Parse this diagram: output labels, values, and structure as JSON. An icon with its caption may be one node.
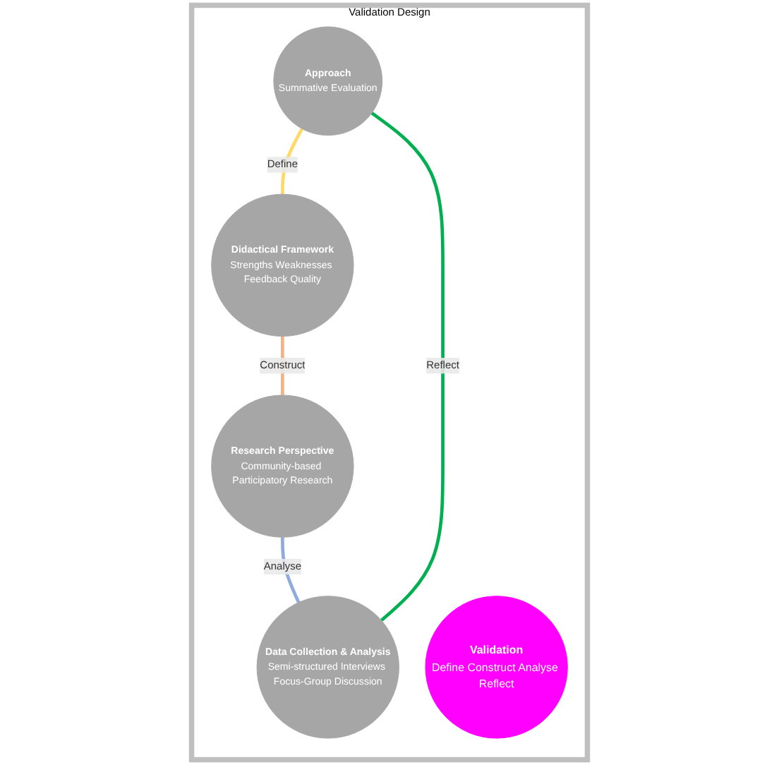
{
  "diagram": {
    "nodes": [
      {
        "text": [
          "Validation Design"
        ]
      },
      {
        "text": [
          "Approach",
          "Summative Evaluation"
        ],
        "in": 0
      },
      {
        "text": [
          "Didactical Framework",
          "Strengths Weaknesses Feedback Quality"
        ],
        "in": 0
      },
      {
        "text": [
          "Research Perspective",
          "Community-based Participatory Research"
        ],
        "in": 0
      },
      {
        "text": [
          "Data Collection & Analysis",
          "Semi-structured Interviews Focus-Group Discussion"
        ],
        "in": 0
      },
      {
        "text": [
          "Validation",
          "Define Construct Analyse Reflect"
        ],
        "in": 0
      }
    ],
    "edges": [
      {
        "from": 1,
        "to": 2,
        "arrow": "none",
        "label": "Define",
        "color": "#ffd966"
      },
      {
        "from": 2,
        "to": 3,
        "arrow": "none",
        "label": "Construct",
        "color": "#f4b183"
      },
      {
        "from": 3,
        "to": 4,
        "arrow": "none",
        "label": "Analyse",
        "color": "#8faadc"
      },
      {
        "from": 4,
        "to": 1,
        "arrow": "none",
        "label": "Reflect",
        "color": "#00b050"
      }
    ]
  }
}
